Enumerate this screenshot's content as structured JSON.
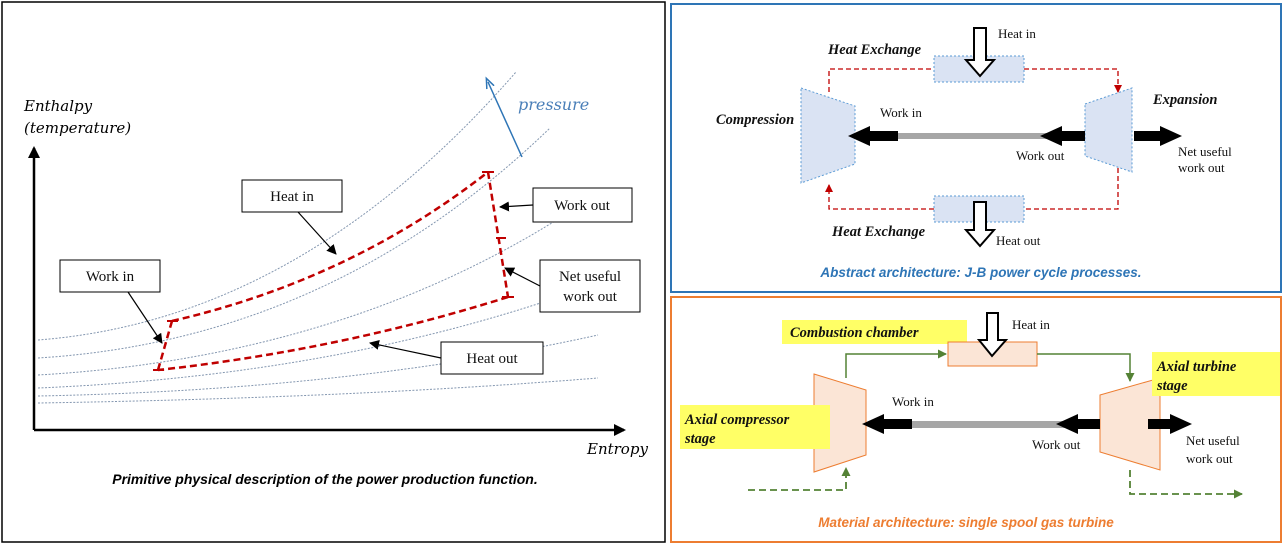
{
  "left_panel": {
    "y_axis_label_line1": "Enthalpy",
    "y_axis_label_line2": "(temperature)",
    "x_axis_label": "Entropy",
    "pressure_label": "pressure",
    "heat_in": "Heat in",
    "work_out": "Work out",
    "work_in": "Work in",
    "net_useful_line1": "Net useful",
    "net_useful_line2": "work out",
    "heat_out": "Heat out",
    "caption": "Primitive physical description of the power production function."
  },
  "top_right_panel": {
    "heat_exchange_top": "Heat Exchange",
    "heat_in": "Heat in",
    "compression": "Compression",
    "expansion": "Expansion",
    "work_in": "Work in",
    "work_out": "Work out",
    "net_useful_line1": "Net useful",
    "net_useful_line2": "work out",
    "heat_exchange_bottom": "Heat Exchange",
    "heat_out": "Heat out",
    "caption": "Abstract architecture: J-B power cycle processes."
  },
  "bottom_right_panel": {
    "combustion_chamber": "Combustion chamber",
    "heat_in": "Heat in",
    "axial_turbine_line1": "Axial turbine",
    "axial_turbine_line2": "stage",
    "axial_compressor_line1": "Axial compressor",
    "axial_compressor_line2": "stage",
    "work_in": "Work in",
    "work_out": "Work out",
    "net_useful_line1": "Net useful",
    "net_useful_line2": "work out",
    "caption": "Material architecture: single spool gas turbine"
  },
  "colors": {
    "blue_border": "#2e75b6",
    "orange_border": "#ed7d31",
    "red_dashed": "#c00000",
    "curve_blue": "#8497b0",
    "highlight_yellow": "#ffff66",
    "green_dashed": "#548235"
  }
}
